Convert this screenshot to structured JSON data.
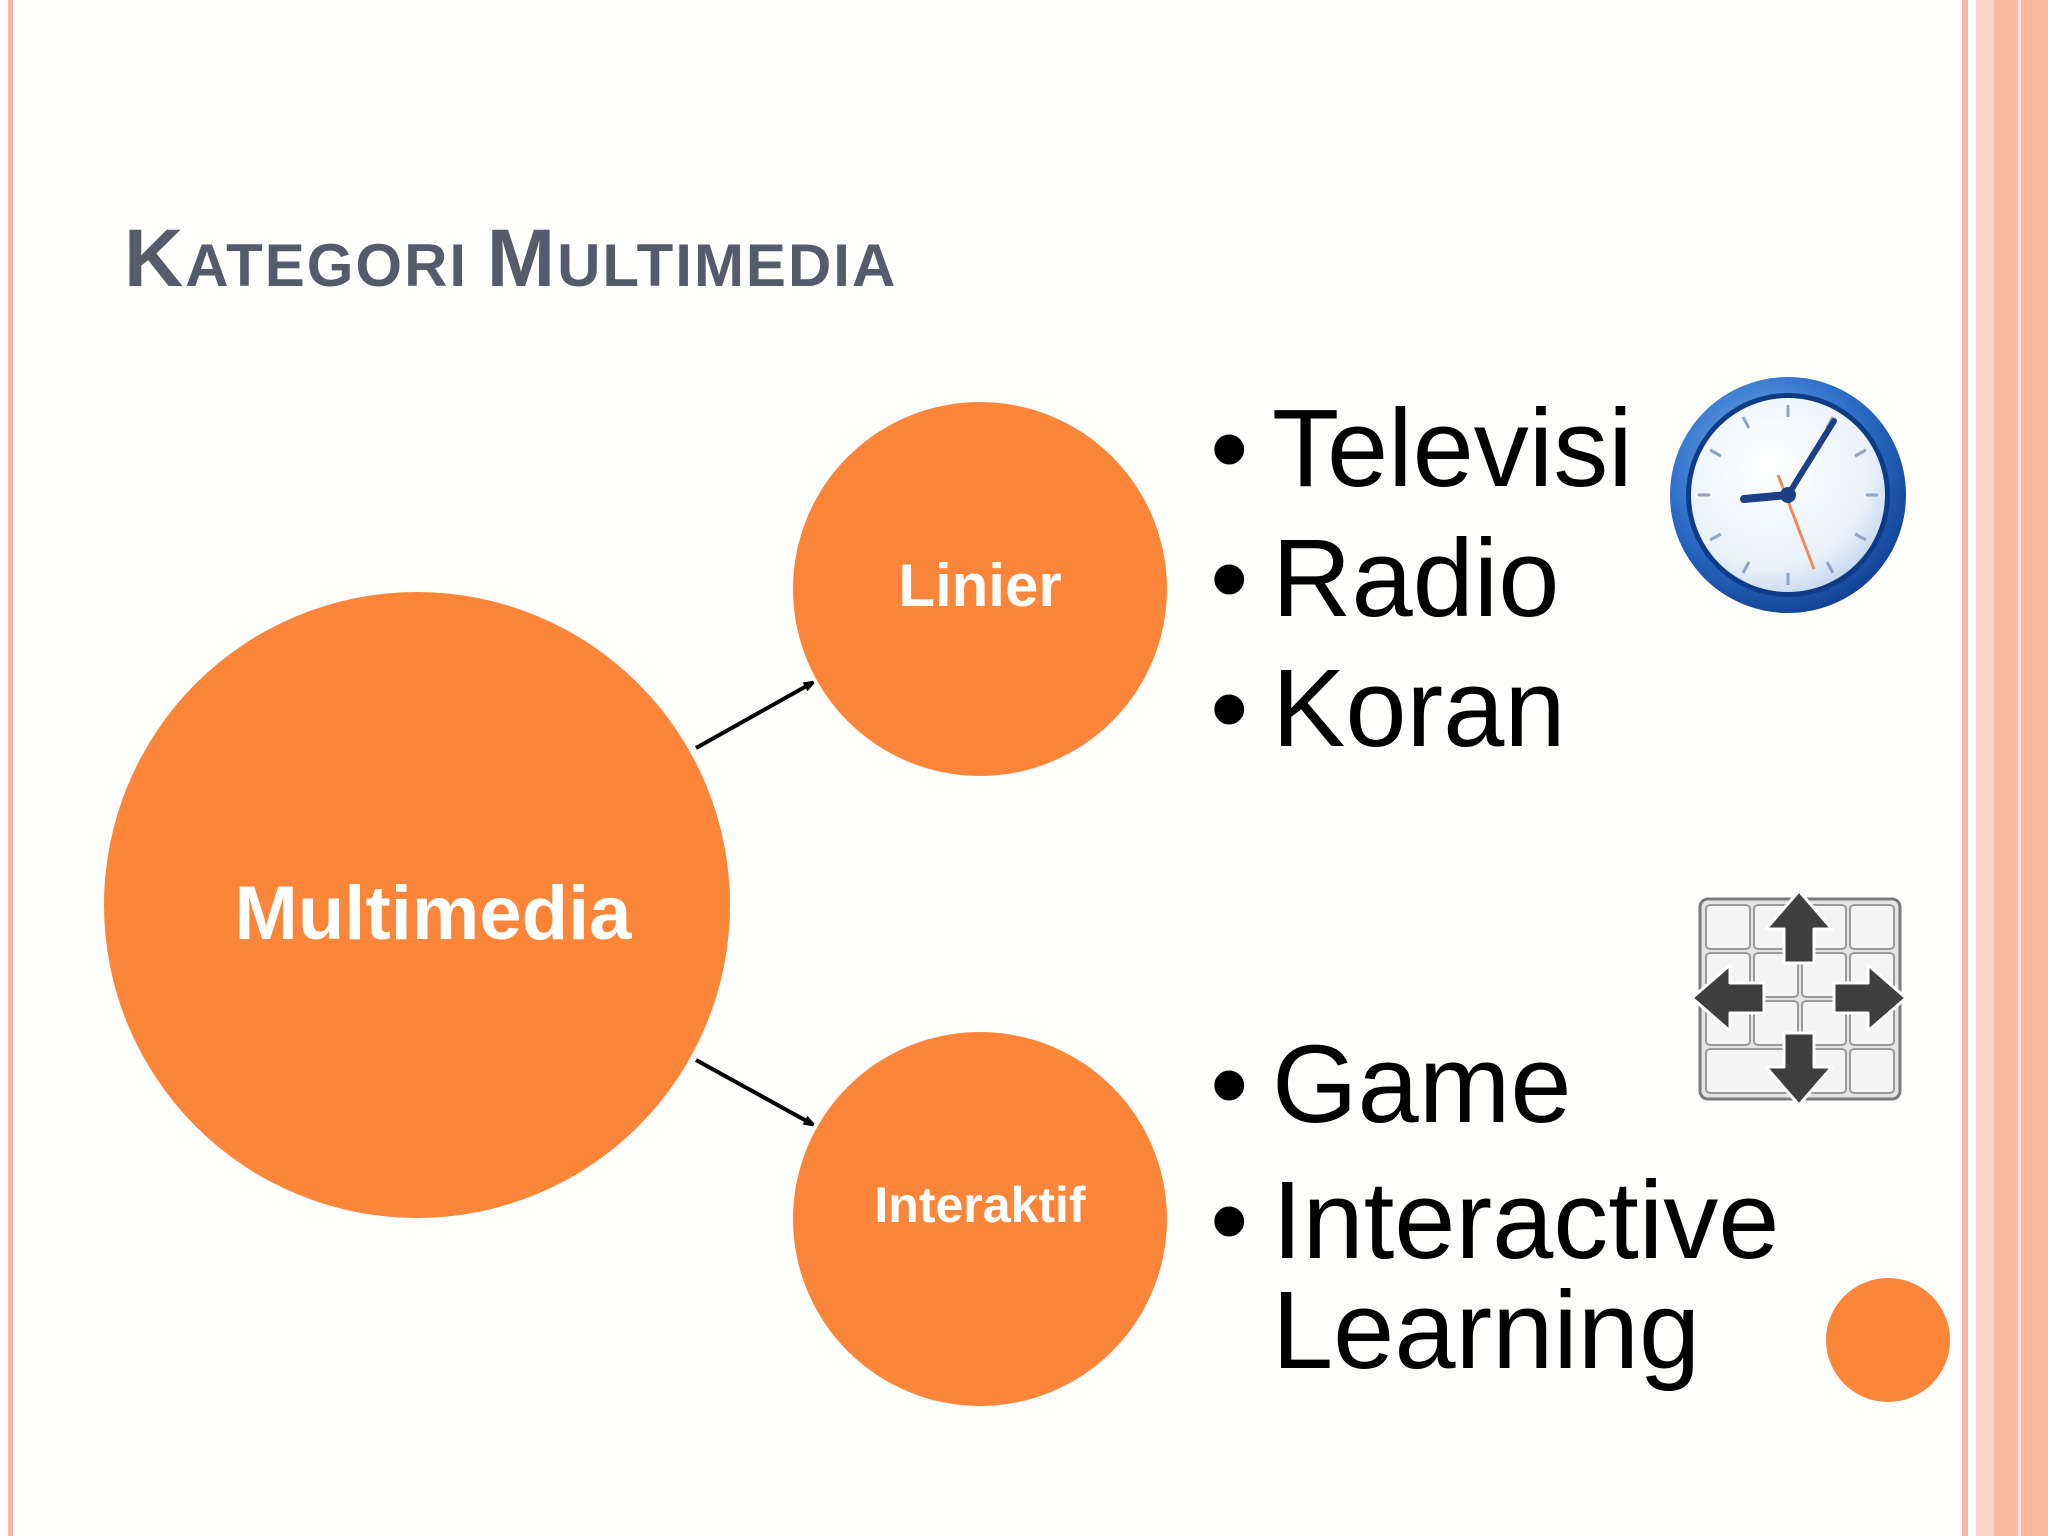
{
  "slide": {
    "title_initial_1": "K",
    "title_rest_1": "ATEGORI",
    "title_initial_2": "M",
    "title_rest_2": "ULTIMEDIA"
  },
  "diagram": {
    "root": "Multimedia",
    "branch_linier": "Linier",
    "branch_interaktif": "Interaktif"
  },
  "linier_items": [
    "Televisi",
    "Radio",
    "Koran"
  ],
  "interaktif_items": [
    "Game",
    "Interactive Learning"
  ],
  "icons": {
    "linier": "clock-icon",
    "interaktif": "arrow-keypad-icon"
  },
  "colors": {
    "accent": "#fb863a",
    "title": "#555b6a",
    "border": "#f9b9a0"
  }
}
